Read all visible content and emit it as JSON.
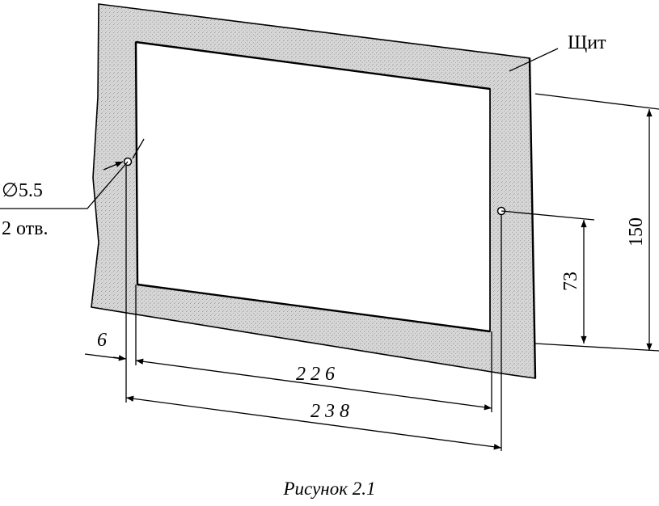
{
  "panel_label": "Щит",
  "hole_diameter": "∅5.5",
  "hole_count": "2 отв.",
  "dimensions": {
    "offset": "6",
    "cutout_width": "2 2 6",
    "hole_spacing": "2 3 8",
    "hole_height": "73",
    "cutout_height": "150"
  },
  "caption": "Рисунок 2.1",
  "colors": {
    "line": "#000000",
    "panel_fill": "#d4d4d4",
    "background": "#ffffff"
  }
}
